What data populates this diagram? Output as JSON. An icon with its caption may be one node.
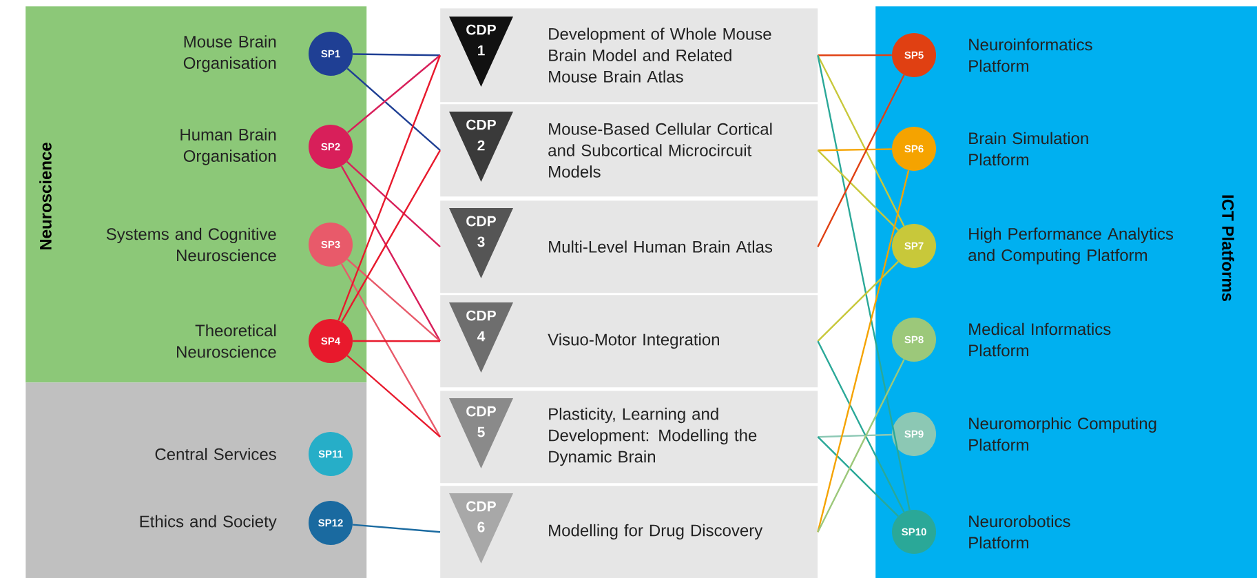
{
  "diagram": {
    "nodes": [
      {
        "text": [
          "Neuroscience"
        ]
      },
      {
        "text": [
          "SP1"
        ],
        "beside": [
          "Mouse Brain Organisation"
        ],
        "in": 0
      },
      {
        "text": [
          "SP2"
        ],
        "beside": [
          "Human Brain Organisation"
        ],
        "in": 0
      },
      {
        "text": [
          "SP3"
        ],
        "beside": [
          "Systems and Cognitive Neuroscience"
        ],
        "in": 0
      },
      {
        "text": [
          "SP4"
        ],
        "beside": [
          "Theoretical Neuroscience"
        ],
        "in": 0
      },
      {
        "text": [],
        "shape": "box"
      },
      {
        "text": [
          "SP11"
        ],
        "beside": [
          "Central Services"
        ],
        "in": 5
      },
      {
        "text": [
          "SP12"
        ],
        "beside": [
          "Ethics and Society"
        ],
        "in": 5
      },
      {
        "text": [
          "CDP 1",
          "Development of Whole Mouse Brain Model and Related Mouse Brain Atlas"
        ]
      },
      {
        "text": [
          "CDP 2",
          "Mouse-Based Cellular Cortical and Subcortical Microcircuit Models"
        ]
      },
      {
        "text": [
          "CDP 3",
          "Multi-Level Human Brain Atlas"
        ]
      },
      {
        "text": [
          "CDP 4",
          "Visuo-Motor Integration"
        ]
      },
      {
        "text": [
          "CDP 5",
          "Plasticity, Learning and Development: Modelling the Dynamic Brain"
        ]
      },
      {
        "text": [
          "CDP 6",
          "Modelling for Drug Discovery"
        ]
      },
      {
        "text": [
          "ICT Platforms"
        ]
      },
      {
        "text": [
          "SP5"
        ],
        "beside": [
          "Neuroinformatics Platform"
        ],
        "in": 14
      },
      {
        "text": [
          "SP6"
        ],
        "beside": [
          "Brain Simulation Platform"
        ],
        "in": 14
      },
      {
        "text": [
          "SP7"
        ],
        "beside": [
          "High Performance Analytics and Computing Platform"
        ],
        "in": 14
      },
      {
        "text": [
          "SP8"
        ],
        "beside": [
          "Medical Informatics Platform"
        ],
        "in": 14
      },
      {
        "text": [
          "SP9"
        ],
        "beside": [
          "Neuromorphic Computing Platform"
        ],
        "in": 14
      },
      {
        "text": [
          "SP10"
        ],
        "beside": [
          "Neurorobotics Platform"
        ],
        "in": 14
      }
    ],
    "edges": [
      {
        "from": 1,
        "to": 8,
        "arrow": "none",
        "color": "#1f3f94"
      },
      {
        "from": 1,
        "to": 9,
        "arrow": "none",
        "color": "#1f3f94"
      },
      {
        "from": 2,
        "to": 8,
        "arrow": "none",
        "color": "#d81f5a"
      },
      {
        "from": 2,
        "to": 10,
        "arrow": "none",
        "color": "#d81f5a"
      },
      {
        "from": 2,
        "to": 11,
        "arrow": "none",
        "color": "#d81f5a"
      },
      {
        "from": 3,
        "to": 11,
        "arrow": "none",
        "color": "#e85a6a"
      },
      {
        "from": 3,
        "to": 12,
        "arrow": "none",
        "color": "#e85a6a"
      },
      {
        "from": 4,
        "to": 8,
        "arrow": "none",
        "color": "#e8192c"
      },
      {
        "from": 4,
        "to": 9,
        "arrow": "none",
        "color": "#e8192c"
      },
      {
        "from": 4,
        "to": 11,
        "arrow": "none",
        "color": "#e8192c"
      },
      {
        "from": 4,
        "to": 12,
        "arrow": "none",
        "color": "#e8192c"
      },
      {
        "from": 7,
        "to": 13,
        "arrow": "none",
        "color": "#1a6aa0"
      },
      {
        "from": 8,
        "to": 15,
        "arrow": "none",
        "color": "#e04012"
      },
      {
        "from": 8,
        "to": 17,
        "arrow": "none",
        "color": "#c8c83a"
      },
      {
        "from": 8,
        "to": 20,
        "arrow": "none",
        "color": "#2aa898"
      },
      {
        "from": 9,
        "to": 16,
        "arrow": "none",
        "color": "#f5a300"
      },
      {
        "from": 9,
        "to": 17,
        "arrow": "none",
        "color": "#c8c83a"
      },
      {
        "from": 10,
        "to": 15,
        "arrow": "none",
        "color": "#e04012"
      },
      {
        "from": 11,
        "to": 17,
        "arrow": "none",
        "color": "#c8c83a"
      },
      {
        "from": 11,
        "to": 20,
        "arrow": "none",
        "color": "#2aa898"
      },
      {
        "from": 12,
        "to": 19,
        "arrow": "none",
        "color": "#8cc8b4"
      },
      {
        "from": 12,
        "to": 20,
        "arrow": "none",
        "color": "#2aa898"
      },
      {
        "from": 13,
        "to": 16,
        "arrow": "none",
        "color": "#f5a300"
      },
      {
        "from": 13,
        "to": 18,
        "arrow": "none",
        "color": "#9cc87a"
      }
    ]
  }
}
